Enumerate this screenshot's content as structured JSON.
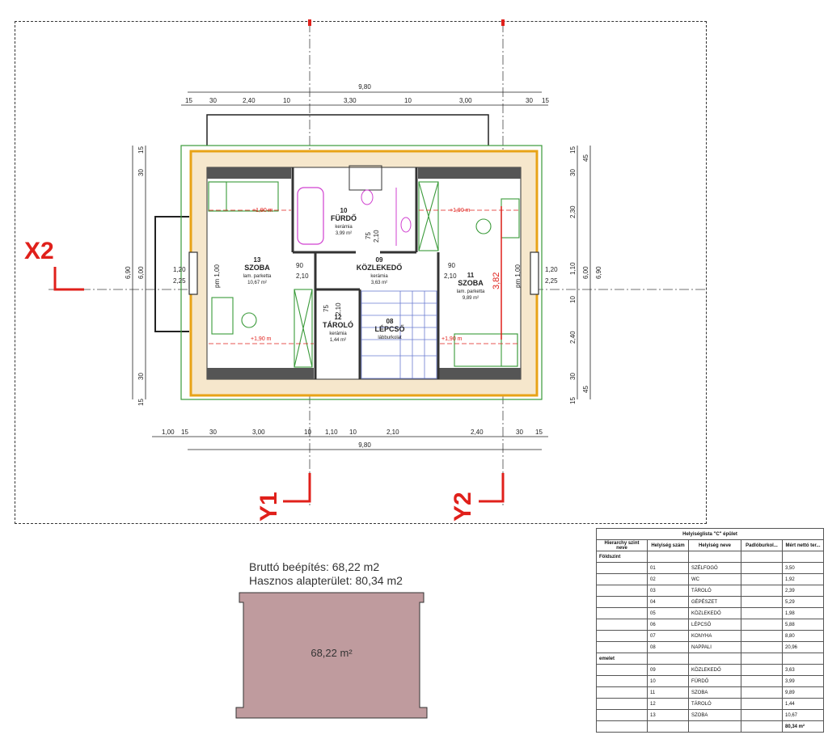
{
  "axes": {
    "x2": "X2",
    "y1": "Y1",
    "y2": "Y2"
  },
  "dimensions": {
    "top_total": "9,80",
    "top_chain": [
      "15",
      "30",
      "2,40",
      "10",
      "3,30",
      "10",
      "3,00",
      "30",
      "15"
    ],
    "bottom_chain": [
      "1,00",
      "15",
      "30",
      "3,00",
      "10",
      "1,10",
      "10",
      "2,10",
      "2,40",
      "30",
      "15"
    ],
    "bottom_total": "9,80",
    "left_outer": "6,90",
    "left_inner": "6,00",
    "left_chain": [
      "15",
      "30",
      "30",
      "15"
    ],
    "right_outer": "6,90",
    "right_inner": "6,00",
    "right_chain": [
      "15",
      "45",
      "2,30",
      "1,10",
      "10",
      "2,40",
      "45",
      "15",
      "30",
      "30"
    ],
    "window_left": [
      "1,20",
      "2,25"
    ],
    "window_right": [
      "1,20",
      "2,25"
    ],
    "door_widths": [
      "90",
      "2,10",
      "90",
      "2,10",
      "75",
      "2,10",
      "75",
      "2,10"
    ],
    "height_marker": "3,82",
    "sill_left": "pm 1,00",
    "sill_right": "pm 1,00",
    "level_marks": [
      "+1,90 m",
      "+1,90 m",
      "+1,90 m",
      "+1,90 m"
    ]
  },
  "rooms": [
    {
      "num": "10",
      "name": "FÜRDŐ",
      "finish": "kerámia",
      "area": "3,99 m²"
    },
    {
      "num": "13",
      "name": "SZOBA",
      "finish": "lam. parketta",
      "area": "10,67 m²"
    },
    {
      "num": "09",
      "name": "KÖZLEKEDŐ",
      "finish": "kerámia",
      "area": "3,63 m²"
    },
    {
      "num": "11",
      "name": "SZOBA",
      "finish": "lam. parketta",
      "area": "9,89 m²"
    },
    {
      "num": "12",
      "name": "TÁROLÓ",
      "finish": "kerámia",
      "area": "1,44 m²"
    },
    {
      "num": "08",
      "name": "LÉPCSŐ",
      "finish": "lábburkolat",
      "area": ""
    }
  ],
  "summary": {
    "line1": "Bruttó beépítés: 68,22 m2",
    "line2": "Hasznos alapterület: 80,34 m2",
    "footprint_area": "68,22 m²"
  },
  "table": {
    "title": "Helyiséglista \"C\" épület",
    "headers": [
      "Hierarchy szint neve",
      "Helyiség szám",
      "Helyiség neve",
      "Padlóburkol...",
      "Mért nettó ter..."
    ],
    "groups": [
      {
        "name": "Földszint",
        "rows": [
          [
            "01",
            "SZÉLFOGÓ",
            "3,50"
          ],
          [
            "02",
            "WC",
            "1,92"
          ],
          [
            "03",
            "TÁROLÓ",
            "2,39"
          ],
          [
            "04",
            "GÉPÉSZET",
            "5,29"
          ],
          [
            "05",
            "KÖZLEKEDŐ",
            "1,98"
          ],
          [
            "06",
            "LÉPCSŐ",
            "5,88"
          ],
          [
            "07",
            "KONYHA",
            "8,80"
          ],
          [
            "08",
            "NAPPALI",
            "20,96"
          ]
        ]
      },
      {
        "name": "emelet",
        "rows": [
          [
            "09",
            "KÖZLEKEDŐ",
            "3,63"
          ],
          [
            "10",
            "FÜRDŐ",
            "3,99"
          ],
          [
            "11",
            "SZOBA",
            "9,89"
          ],
          [
            "12",
            "TÁROLÓ",
            "1,44"
          ],
          [
            "13",
            "SZOBA",
            "10,67"
          ]
        ]
      }
    ],
    "total": "80,34 m²"
  },
  "colors": {
    "wall": "#e8a317",
    "axis": "#e0201b",
    "furniture": "#3a9a3a",
    "sanitary": "#d040d0",
    "footprint": "#bf9b9e"
  }
}
